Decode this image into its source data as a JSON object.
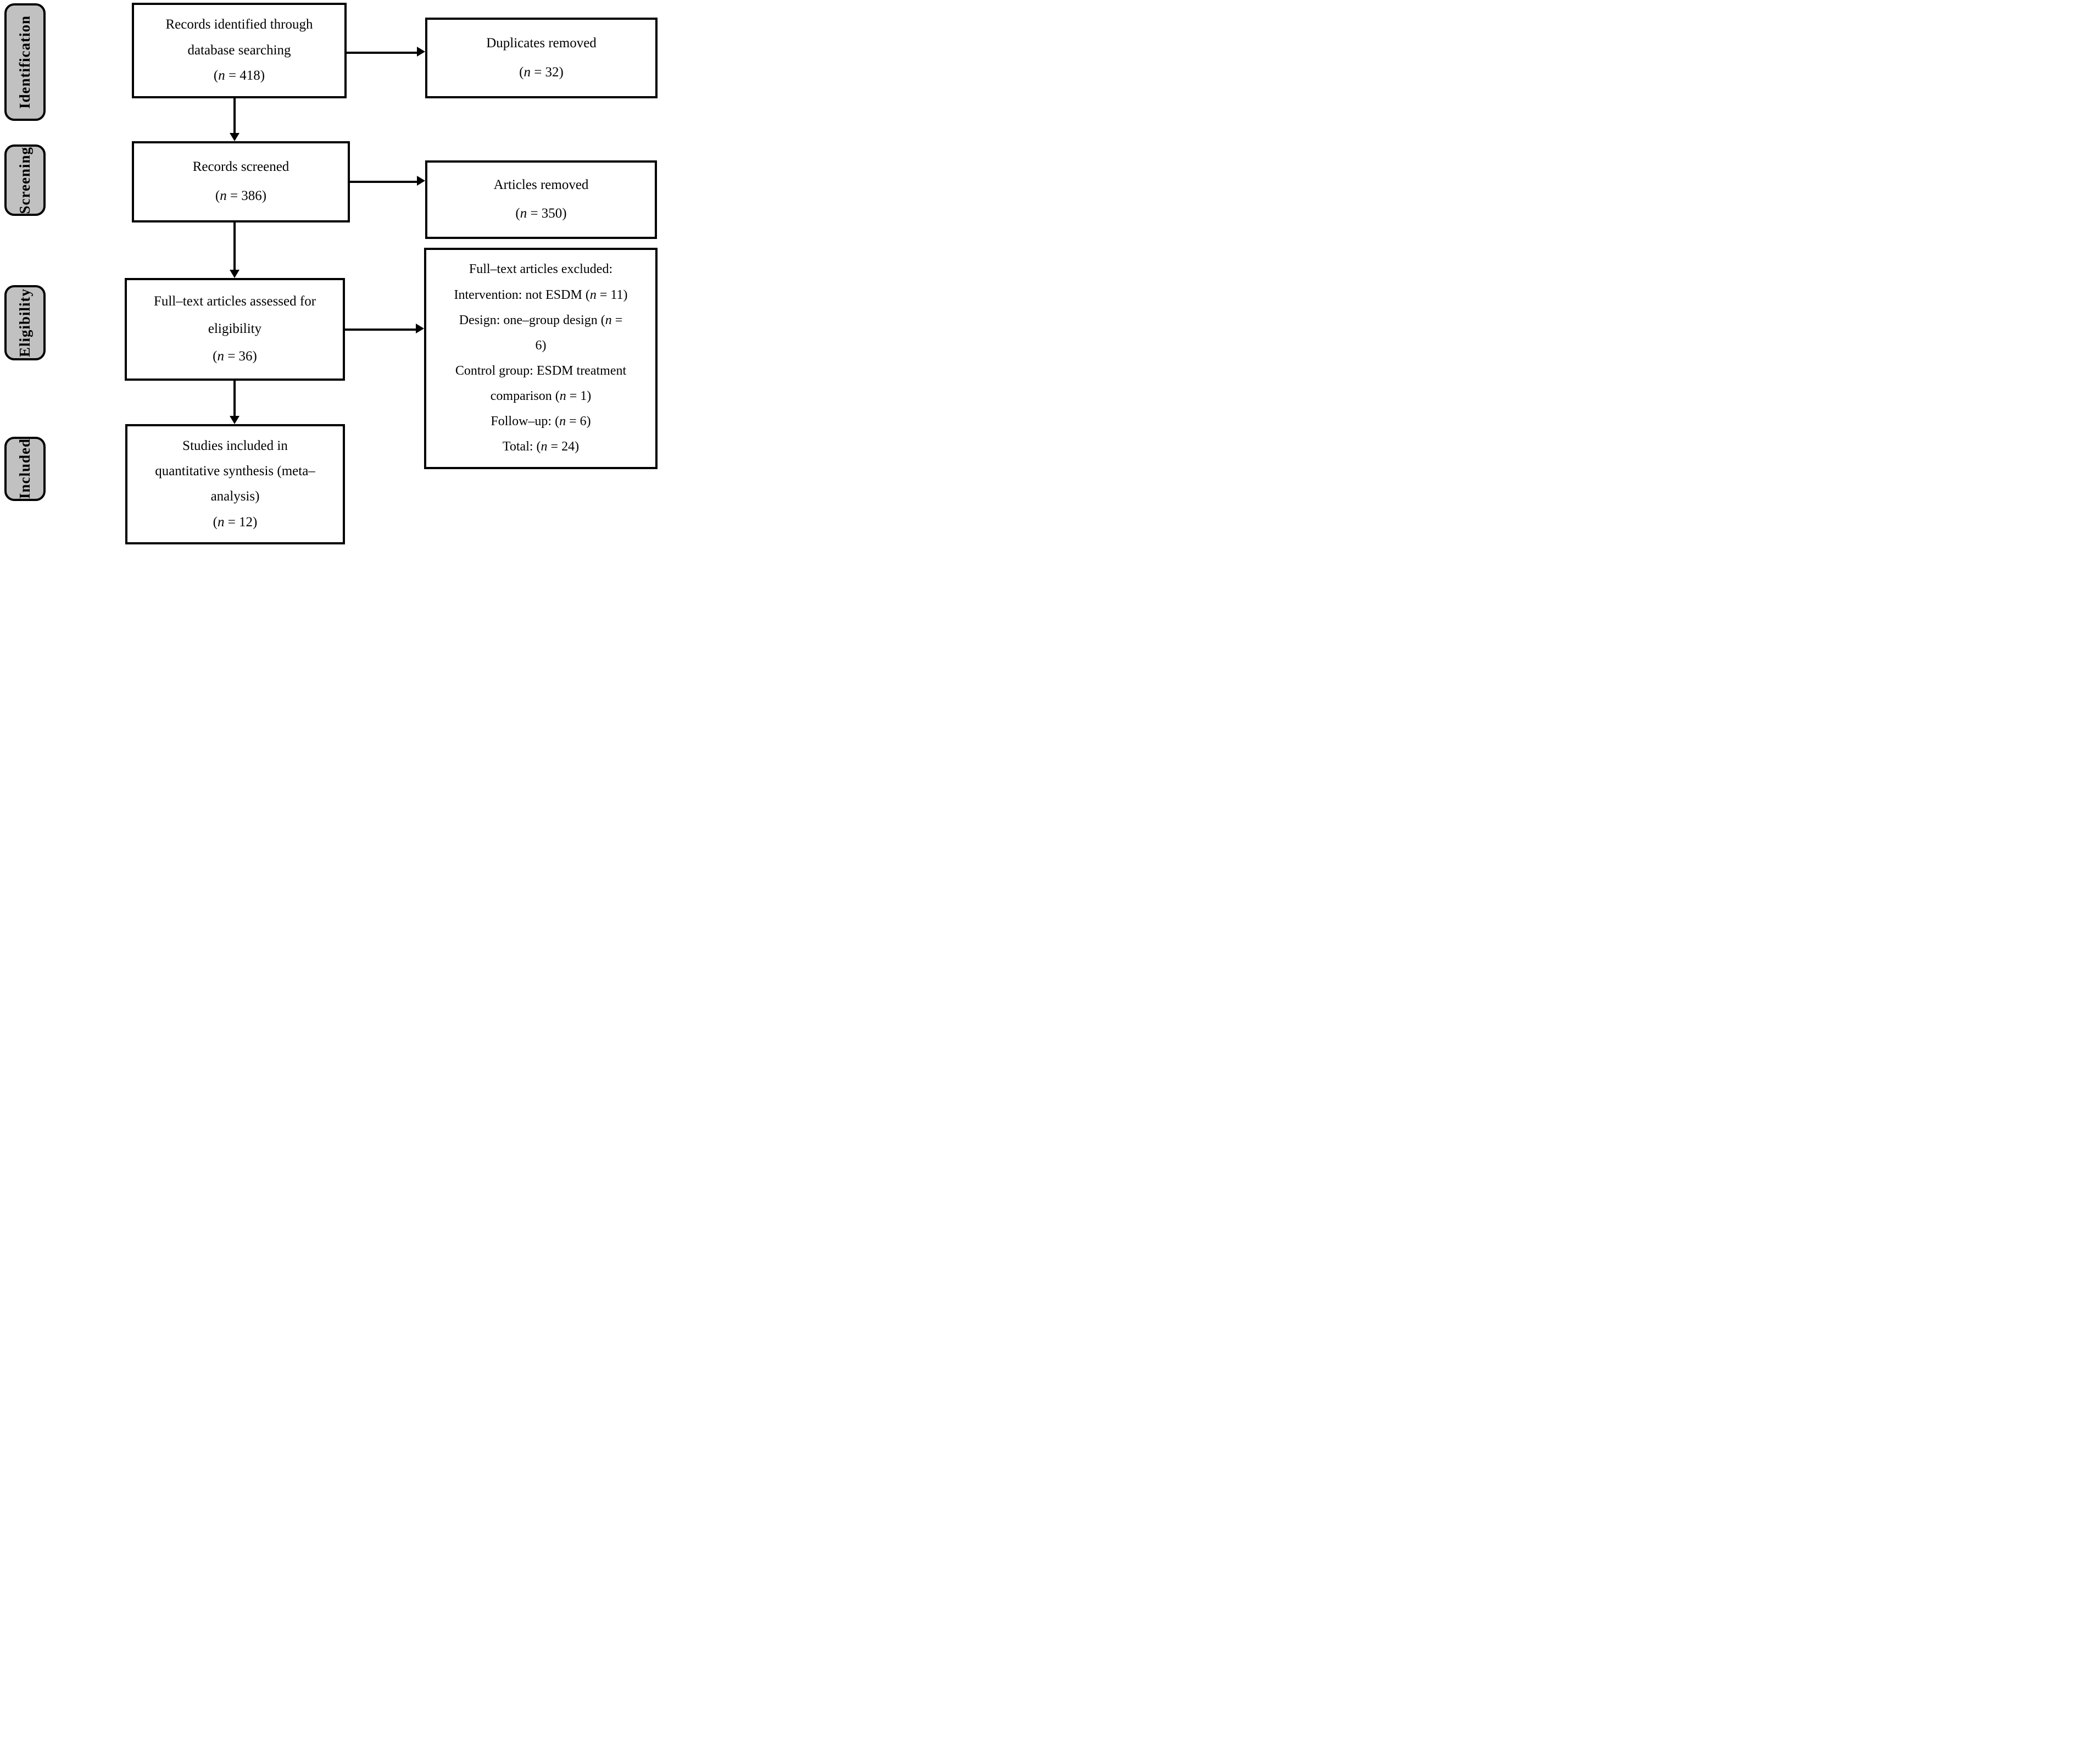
{
  "colors": {
    "stroke": "#000000",
    "label_bg": "#c1c1c1",
    "box_bg": "#ffffff",
    "page_bg": "#ffffff"
  },
  "stages": [
    {
      "label": "Identification"
    },
    {
      "label": "Screening"
    },
    {
      "label": "Eligibility"
    },
    {
      "label": "Included"
    }
  ],
  "boxes": {
    "identified": {
      "lines": [
        [
          "Records identified through"
        ],
        [
          "database searching"
        ],
        [
          "(",
          {
            "i": "n"
          },
          " = 418)"
        ]
      ]
    },
    "duplicates": {
      "lines": [
        [
          "Duplicates removed"
        ],
        [
          "(",
          {
            "i": "n"
          },
          " = 32)"
        ]
      ]
    },
    "screened": {
      "lines": [
        [
          "Records screened"
        ],
        [
          "(",
          {
            "i": "n"
          },
          " = 386)"
        ]
      ]
    },
    "articles_removed": {
      "lines": [
        [
          "Articles removed"
        ],
        [
          "(",
          {
            "i": "n"
          },
          " = 350)"
        ]
      ]
    },
    "fulltext_assessed": {
      "lines": [
        [
          "Full–text articles assessed for"
        ],
        [
          "eligibility"
        ],
        [
          "(",
          {
            "i": "n"
          },
          " = 36)"
        ]
      ]
    },
    "fulltext_excluded": {
      "lines": [
        [
          "Full–text articles excluded:"
        ],
        [
          "Intervention: not ESDM (",
          {
            "i": "n"
          },
          " = 11)"
        ],
        [
          "Design: one–group design (",
          {
            "i": "n"
          },
          " ="
        ],
        [
          "6)"
        ],
        [
          "Control group: ESDM treatment"
        ],
        [
          "comparison (",
          {
            "i": "n"
          },
          " = 1)"
        ],
        [
          "Follow–up: (",
          {
            "i": "n"
          },
          " = 6)"
        ],
        [
          "Total: (",
          {
            "i": "n"
          },
          " = 24)"
        ]
      ]
    },
    "included_synthesis": {
      "lines": [
        [
          "Studies included in"
        ],
        [
          "quantitative synthesis (meta–"
        ],
        [
          "analysis)"
        ],
        [
          "(",
          {
            "i": "n"
          },
          " = 12)"
        ]
      ]
    }
  }
}
